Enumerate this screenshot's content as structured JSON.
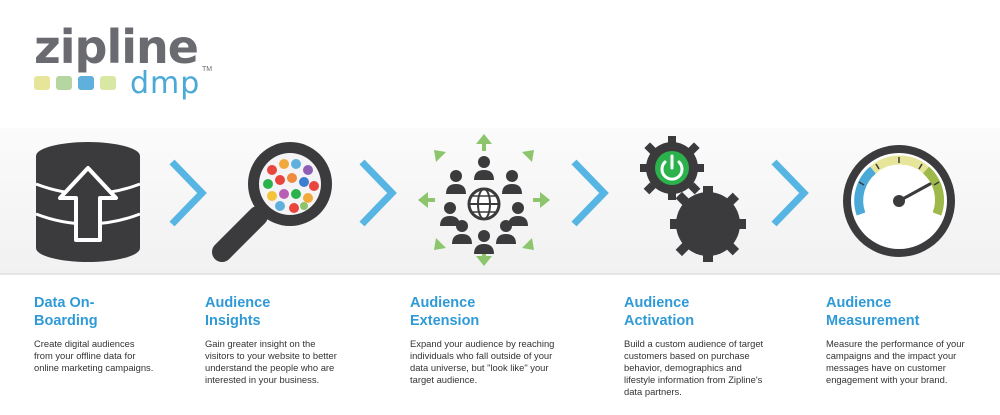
{
  "logo": {
    "word": "zipline",
    "sub": "dmp",
    "tm": "TM",
    "square_colors": [
      "#e6e59a",
      "#b6d6a1",
      "#5fb0dd",
      "#d8e7a2"
    ],
    "word_color": "#6a6b70",
    "sub_color": "#4aa9d6"
  },
  "colors": {
    "accent": "#2f9ad6",
    "chevron": "#57b5e3",
    "icon_dark": "#3b3b3d",
    "arrow_green": "#8cc56b",
    "power_green": "#2bb24c"
  },
  "icons": [
    "database-upload-icon",
    "magnifier-icon",
    "network-people-icon",
    "gears-power-icon",
    "gauge-icon"
  ],
  "steps": [
    {
      "title": "Data On-\nBoarding",
      "desc": "Create digital audiences\nfrom your offline data for\nonline marketing campaigns."
    },
    {
      "title": "Audience\nInsights",
      "desc": "Gain greater insight on the\nvisitors to your website to better\nunderstand the people who are\ninterested in your business."
    },
    {
      "title": "Audience\nExtension",
      "desc": "Expand your audience by reaching\nindividuals who fall outside of your\ndata universe, but \"look like\" your\ntarget audience."
    },
    {
      "title": "Audience\nActivation",
      "desc": "Build a custom audience of target\ncustomers based on purchase\nbehavior, demographics and\nlifestyle information from Zipline's\ndata partners."
    },
    {
      "title": "Audience\nMeasurement",
      "desc": "Measure the performance of your\ncampaigns and the impact your\nmessages have on customer\nengagement with your brand."
    }
  ]
}
